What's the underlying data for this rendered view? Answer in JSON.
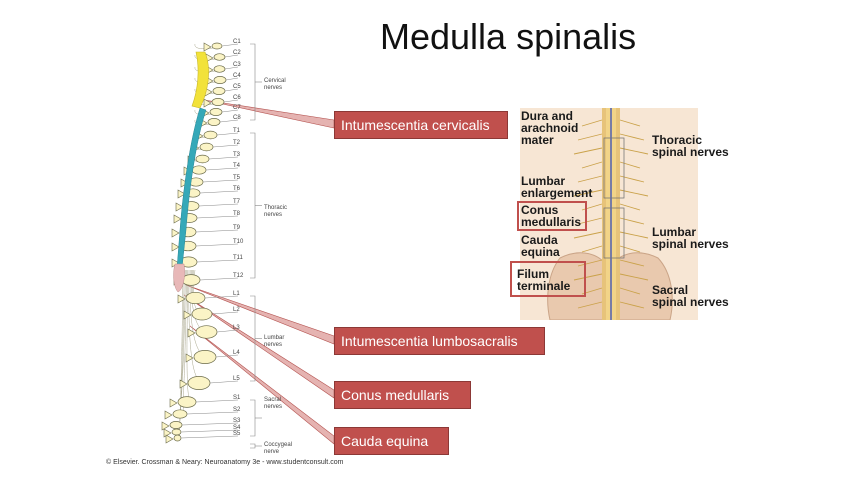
{
  "title": "Medulla spinalis",
  "callouts": [
    "Intumescentia cervicalis",
    "Intumescentia lumbosacralis",
    "Conus medullaris",
    "Cauda equina"
  ],
  "vertebrae": [
    "C1",
    "C2",
    "C3",
    "C4",
    "C5",
    "C6",
    "C7",
    "C8",
    "T1",
    "T2",
    "T3",
    "T4",
    "T5",
    "T6",
    "T7",
    "T8",
    "T9",
    "T10",
    "T11",
    "T12",
    "L1",
    "L2",
    "L3",
    "L4",
    "L5",
    "S1",
    "S2",
    "S3",
    "S4",
    "S5"
  ],
  "groups": {
    "cervical": [
      "Cervical",
      "nerves"
    ],
    "thoracic": [
      "Thoracic",
      "nerves"
    ],
    "lumbar": [
      "Lumbar",
      "nerves"
    ],
    "sacral": [
      "Sacral",
      "nerves"
    ],
    "coccygeal": [
      "Coccygeal",
      "nerve"
    ]
  },
  "credit": "© Elsevier. Crossman & Neary: Neuroanatomy 3e - www.studentconsult.com",
  "photo_labels": {
    "dura": [
      "Dura and",
      "arachnoid",
      "mater"
    ],
    "lumbar_enl": [
      "Lumbar",
      "enlargement"
    ],
    "conus": [
      "Conus",
      "medullaris"
    ],
    "cauda": [
      "Cauda",
      "equina"
    ],
    "filum": [
      "Filum",
      "terminale"
    ],
    "thoracic_sn": [
      "Thoracic",
      "spinal nerves"
    ],
    "lumbar_sn": [
      "Lumbar",
      "spinal nerves"
    ],
    "sacral_sn": [
      "Sacral",
      "spinal nerves"
    ]
  },
  "colors": {
    "callout_fill": "#c0504d",
    "cervical_enlargement": "#f2e23a",
    "cord": "#35a8b8",
    "lumbosacral_enlargement": "#e8b8b8"
  }
}
